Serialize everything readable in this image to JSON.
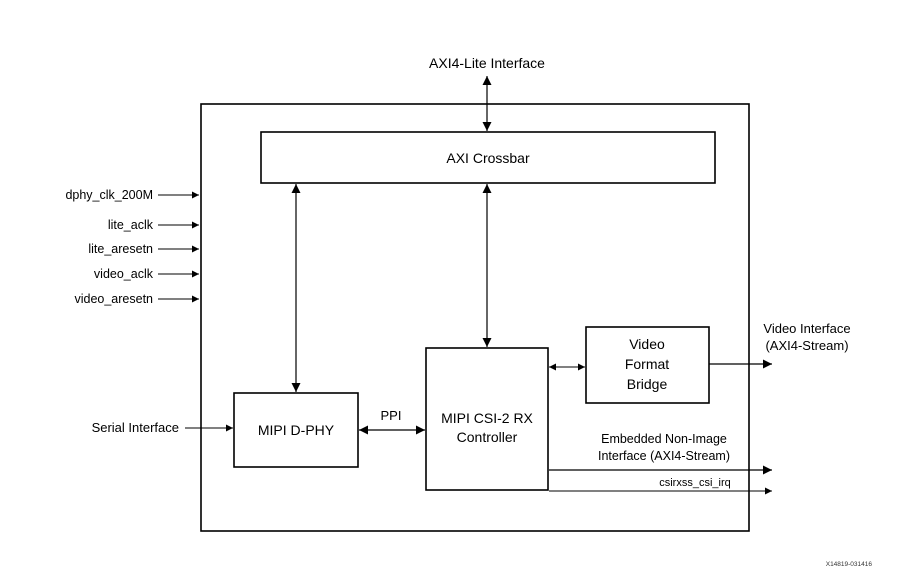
{
  "top_interface": "AXI4-Lite Interface",
  "blocks": {
    "crossbar": "AXI Crossbar",
    "dphy": "MIPI D-PHY",
    "csi_line1": "MIPI CSI-2 RX",
    "csi_line2": "Controller",
    "bridge_line1": "Video",
    "bridge_line2": "Format",
    "bridge_line3": "Bridge"
  },
  "inputs": [
    "dphy_clk_200M",
    "lite_aclk",
    "lite_aresetn",
    "video_aclk",
    "video_aresetn"
  ],
  "serial_interface": "Serial Interface",
  "ppi": "PPI",
  "video_interface": {
    "line1": "Video Interface",
    "line2": "(AXI4-Stream)"
  },
  "embedded_interface": {
    "line1": "Embedded Non-Image",
    "line2": "Interface (AXI4-Stream)"
  },
  "irq": "csirxss_csi_irq",
  "figure_id": "X14819-031416"
}
